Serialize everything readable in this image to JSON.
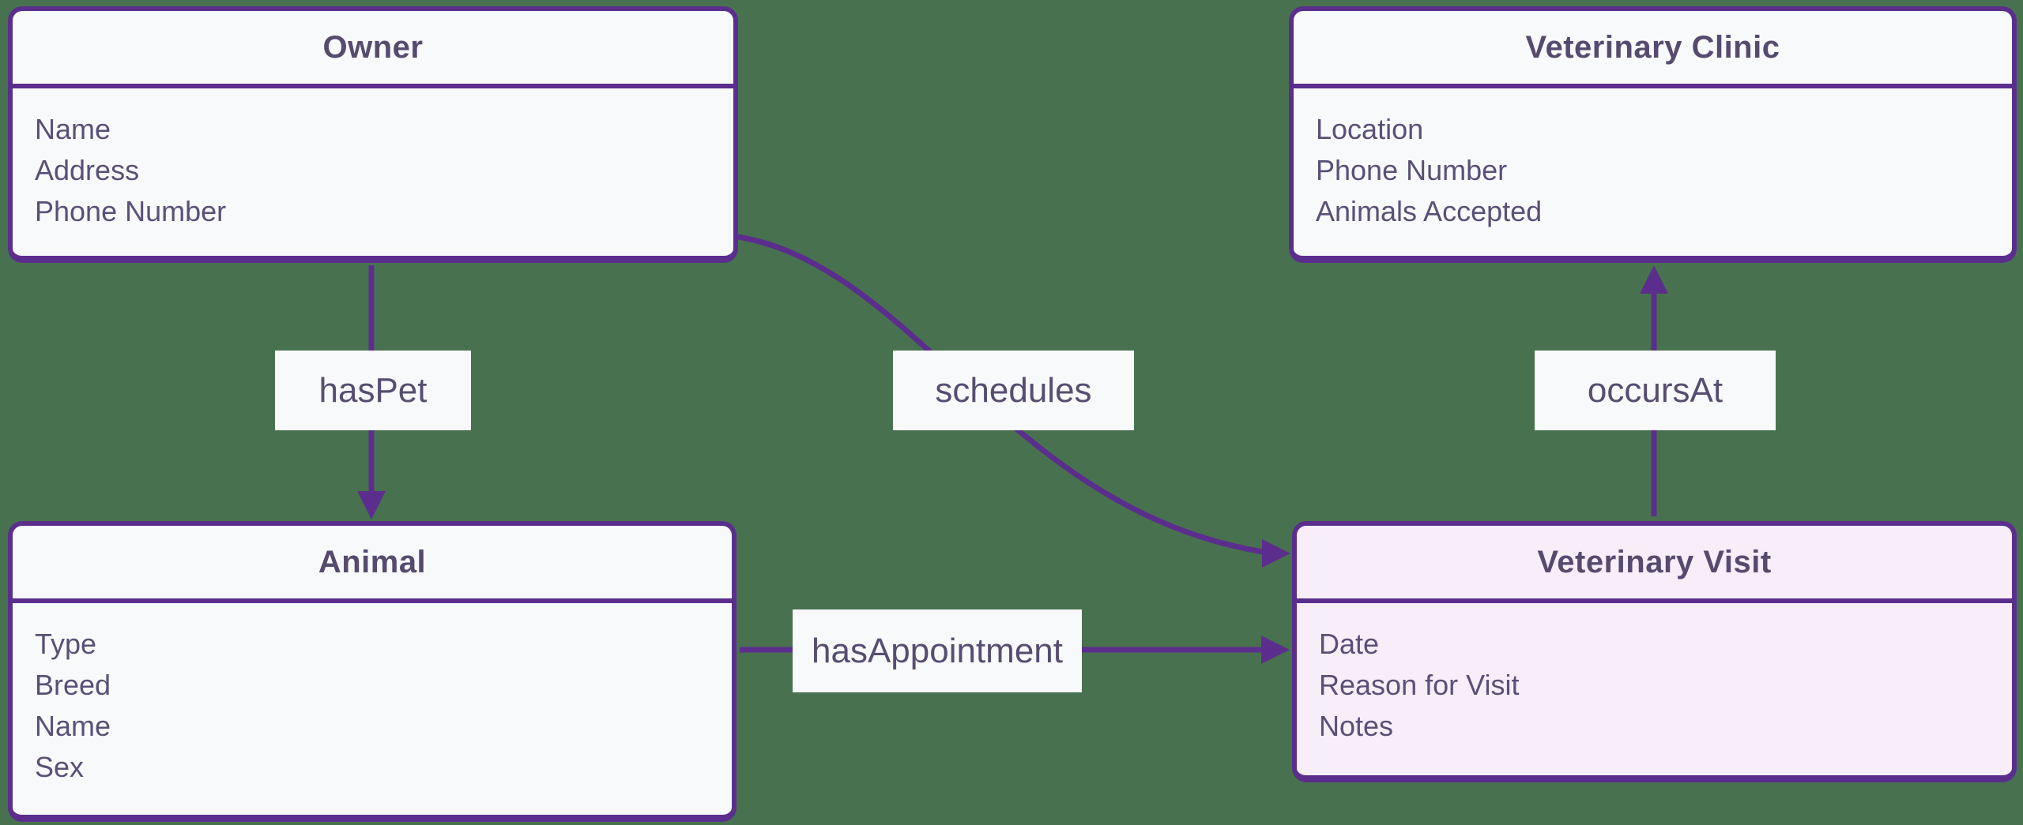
{
  "diagram": {
    "type": "entity-relationship",
    "colors": {
      "background": "#48724F",
      "entity_border": "#5B2E8D",
      "entity_fill": "#F8F9FB",
      "entity_fill_highlight": "#F8EEF9",
      "title_text": "#564B6F",
      "attribute_text": "#5A5077",
      "label_fill": "#F8F9FB",
      "label_text": "#574D72",
      "arrow": "#5B2E8D"
    },
    "entities": [
      {
        "id": "owner",
        "title": "Owner",
        "highlighted": false,
        "attributes": [
          "Name",
          "Address",
          "Phone Number"
        ]
      },
      {
        "id": "clinic",
        "title": "Veterinary Clinic",
        "highlighted": false,
        "attributes": [
          "Location",
          "Phone Number",
          "Animals Accepted"
        ]
      },
      {
        "id": "animal",
        "title": "Animal",
        "highlighted": false,
        "attributes": [
          "Type",
          "Breed",
          "Name",
          "Sex"
        ]
      },
      {
        "id": "visit",
        "title": "Veterinary Visit",
        "highlighted": true,
        "attributes": [
          "Date",
          "Reason for Visit",
          "Notes"
        ]
      }
    ],
    "relationships": [
      {
        "id": "hasPet",
        "label": "hasPet",
        "from": "Owner",
        "to": "Animal",
        "shape": "straight-vertical-down"
      },
      {
        "id": "schedules",
        "label": "schedules",
        "from": "Owner",
        "to": "Veterinary Visit",
        "shape": "curved-right-down"
      },
      {
        "id": "occursAt",
        "label": "occursAt",
        "from": "Veterinary Visit",
        "to": "Veterinary Clinic",
        "shape": "straight-vertical-up"
      },
      {
        "id": "hasAppointment",
        "label": "hasAppointment",
        "from": "Animal",
        "to": "Veterinary Visit",
        "shape": "straight-horizontal-right"
      }
    ]
  }
}
